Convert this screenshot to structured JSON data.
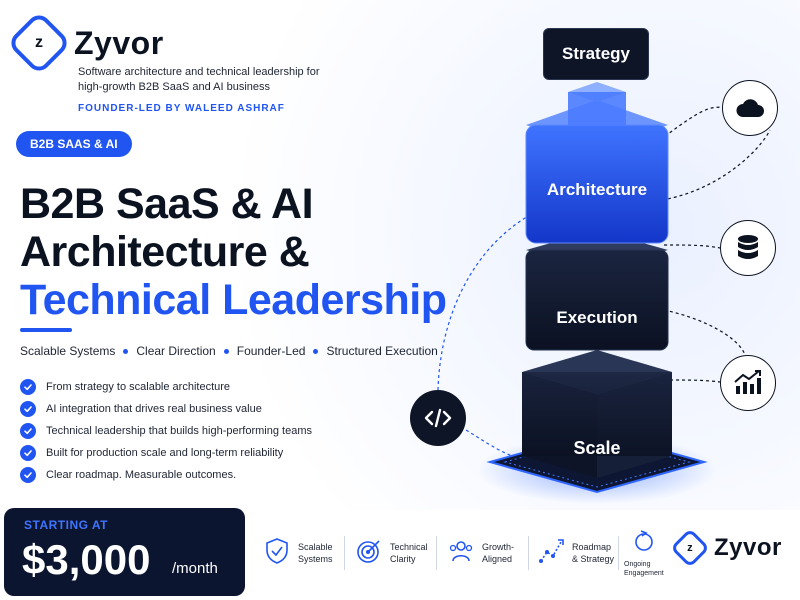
{
  "brand": {
    "logo_letter": "z",
    "name": "Zyvor",
    "tagline": "Software architecture and technical leadership for high-growth B2B SaaS and AI business",
    "founder": "FOUNDER-LED BY WALEED ASHRAF"
  },
  "badge": "B2B SAAS & AI",
  "headline": {
    "line1": "B2B SaaS & AI",
    "line2": "Architecture &",
    "line3": "Technical Leadership"
  },
  "features": [
    "Scalable Systems",
    "Clear Direction",
    "Founder-Led",
    "Structured Execution"
  ],
  "benefits": [
    "From strategy to scalable architecture",
    "AI integration that drives real business value",
    "Technical leadership that builds high-performing teams",
    "Built for production scale and long-term reliability",
    "Clear roadmap. Measurable outcomes."
  ],
  "tower": {
    "strategy": "Strategy",
    "architecture": "Architecture",
    "execution": "Execution",
    "scale": "Scale"
  },
  "icons": {
    "cloud": "cloud-icon",
    "database": "database-icon",
    "growth": "chart-growth-icon",
    "code": "code-icon"
  },
  "pricing": {
    "starting": "STARTING AT",
    "amount": "$3,000",
    "period": "/month"
  },
  "highlights": [
    {
      "line1": "Scalable",
      "line2": "Systems",
      "icon": "shield-check-icon"
    },
    {
      "line1": "Technical",
      "line2": "Clarity",
      "icon": "target-icon"
    },
    {
      "line1": "Growth-",
      "line2": "Aligned",
      "icon": "people-icon"
    },
    {
      "line1": "Roadmap",
      "line2": "& Strategy",
      "icon": "roadmap-icon"
    },
    {
      "line1": "Ongoing",
      "line2": "Engagement",
      "icon": "refresh-icon"
    }
  ],
  "colors": {
    "accent": "#2155f2",
    "dark": "#0b1220",
    "navy": "#0c1530"
  }
}
